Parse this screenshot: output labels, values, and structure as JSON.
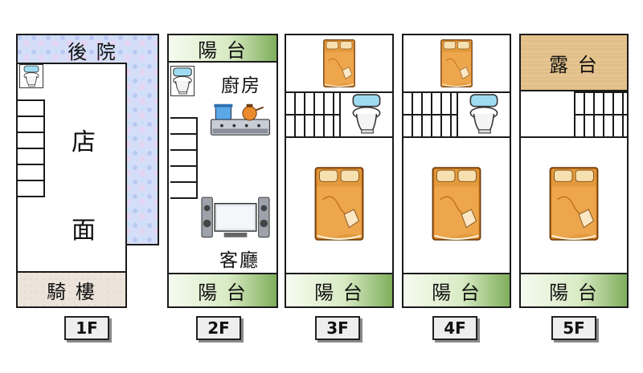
{
  "floors": [
    {
      "label": "1F",
      "rooms": {
        "top": "後 院",
        "main_a": "店",
        "main_b": "面",
        "bottom": "騎 樓"
      }
    },
    {
      "label": "2F",
      "rooms": {
        "top": "陽 台",
        "kitchen": "廚房",
        "living": "客廳",
        "bottom": "陽 台"
      }
    },
    {
      "label": "3F",
      "rooms": {
        "bottom": "陽 台"
      }
    },
    {
      "label": "4F",
      "rooms": {
        "bottom": "陽 台"
      }
    },
    {
      "label": "5F",
      "rooms": {
        "top": "露 台",
        "bottom": "陽 台"
      }
    }
  ],
  "colors": {
    "balcony_green": "#7fae5c",
    "terrace_tan": "#e6c48f",
    "arcade_beige": "#e9e1d6",
    "backyard_blue": "#c9d6f5",
    "wall": "#1a1a1a"
  },
  "icons": [
    "toilet-icon",
    "stove-icon",
    "tv-stereo-icon",
    "bed-icon"
  ]
}
